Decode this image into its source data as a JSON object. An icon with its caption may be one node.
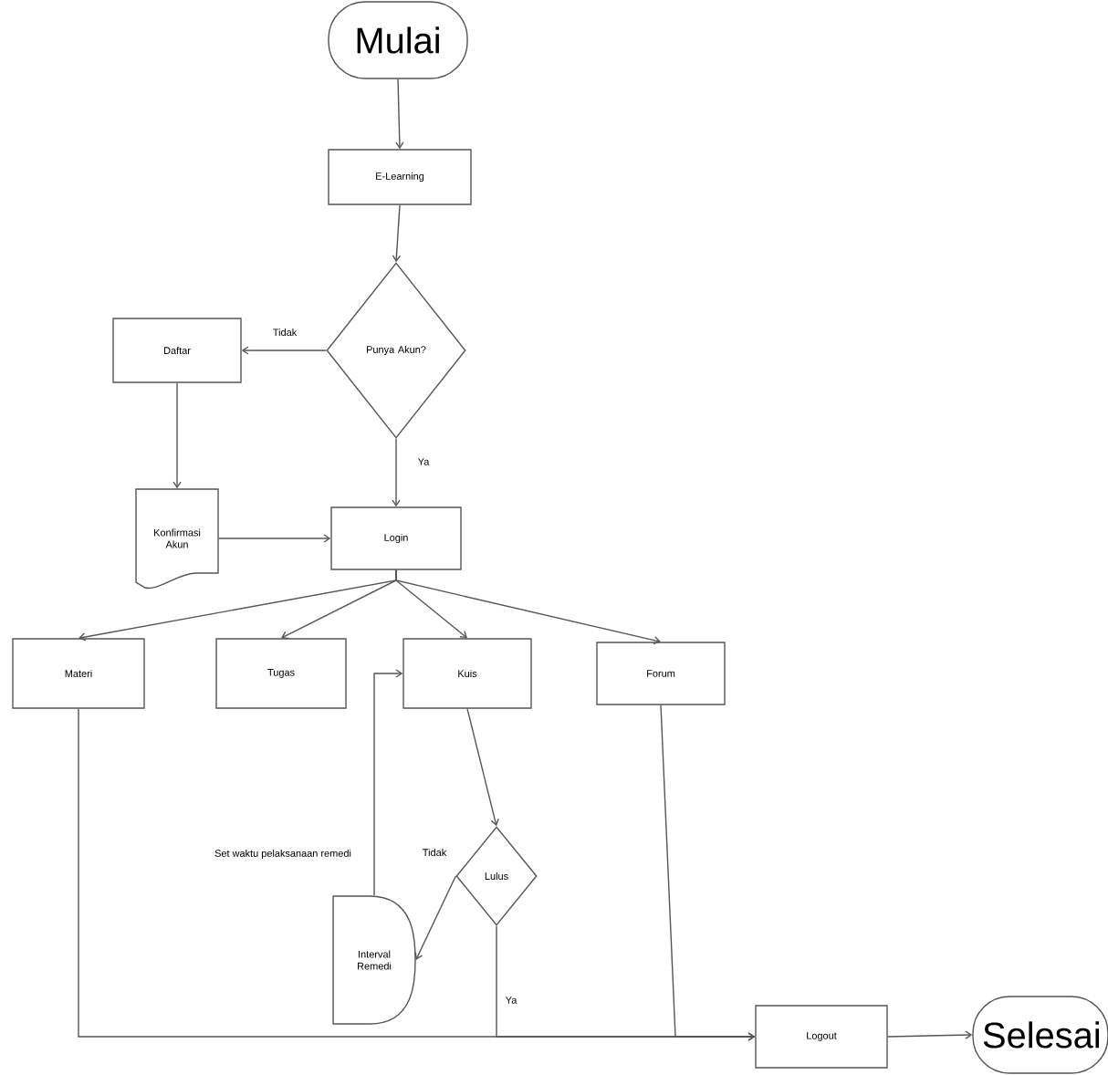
{
  "diagram": {
    "nodes": [
      {
        "text": [
          "Mulai"
        ]
      },
      {
        "text": [
          "E-Learning"
        ]
      },
      {
        "text": [
          "Punya Akun?"
        ]
      },
      {
        "text": [
          "Daftar"
        ]
      },
      {
        "text": [
          "Konfirmasi Akun"
        ]
      },
      {
        "text": [
          "Login"
        ]
      },
      {
        "text": [
          "Materi"
        ]
      },
      {
        "text": [
          "Tugas"
        ]
      },
      {
        "text": [
          "Kuis"
        ]
      },
      {
        "text": [
          "Forum"
        ]
      },
      {
        "text": [
          "Lulus"
        ]
      },
      {
        "text": [
          "Interval Remedi"
        ]
      },
      {
        "text": [
          "Logout"
        ]
      },
      {
        "text": [
          "Selesai"
        ]
      }
    ],
    "edges": [
      {
        "from": 0,
        "to": 1,
        "arrow": "to"
      },
      {
        "from": 1,
        "to": 2,
        "arrow": "to"
      },
      {
        "from": 2,
        "to": 3,
        "arrow": "to",
        "label": "Tidak"
      },
      {
        "from": 2,
        "to": 5,
        "arrow": "to",
        "label": "Ya"
      },
      {
        "from": 3,
        "to": 4,
        "arrow": "to"
      },
      {
        "from": 4,
        "to": 5,
        "arrow": "to"
      },
      {
        "from": 5,
        "to": 6,
        "arrow": "to"
      },
      {
        "from": 5,
        "to": 7,
        "arrow": "to"
      },
      {
        "from": 5,
        "to": 8,
        "arrow": "to"
      },
      {
        "from": 5,
        "to": 9,
        "arrow": "to"
      },
      {
        "from": 8,
        "to": 10,
        "arrow": "to"
      },
      {
        "from": 10,
        "to": 11,
        "arrow": "to",
        "label": "Tidak"
      },
      {
        "from": 11,
        "to": 8,
        "arrow": "to"
      },
      {
        "from": 6,
        "to": 12,
        "arrow": "to"
      },
      {
        "from": 10,
        "to": 12,
        "arrow": "to",
        "label": "Ya"
      },
      {
        "from": 9,
        "to": 12,
        "arrow": "to"
      },
      {
        "from": 12,
        "to": 13,
        "arrow": "to"
      }
    ],
    "labels": [
      "Set waktu pelaksanaan remedi"
    ]
  }
}
